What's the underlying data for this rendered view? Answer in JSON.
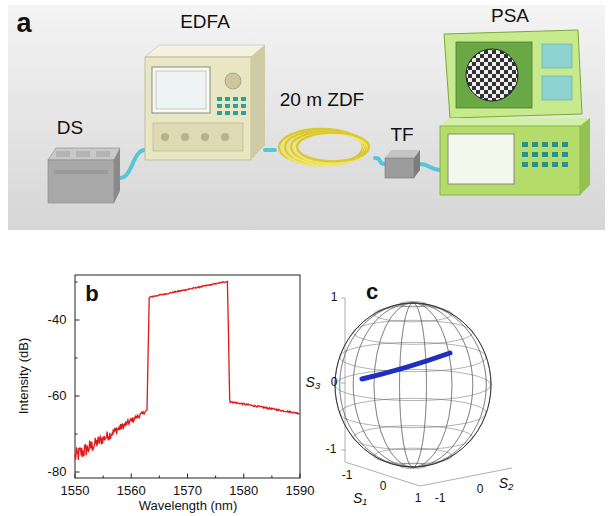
{
  "diagram": {
    "nodes": [
      {
        "text": [
          "DS"
        ]
      },
      {
        "text": [
          "EDFA"
        ]
      },
      {
        "text": [
          "20 m ZDF"
        ]
      },
      {
        "text": [
          "TF"
        ]
      },
      {
        "text": [
          "PSA"
        ]
      }
    ],
    "edges": [
      {
        "from": 0,
        "to": 1,
        "arrow": "none"
      },
      {
        "from": 1,
        "to": 2,
        "arrow": "none"
      },
      {
        "from": 2,
        "to": 3,
        "arrow": "none"
      },
      {
        "from": 3,
        "to": 4,
        "arrow": "none"
      }
    ],
    "labels": [
      "a",
      "b",
      "-40",
      "-60",
      "-80",
      "Intensity (dB)",
      "1550",
      "1560",
      "1570",
      "1580",
      "1590",
      "Wavelength (nm)",
      "c",
      "1",
      "0",
      "-1",
      "S₃",
      "-1",
      "0",
      "1",
      "S₁",
      "0",
      "-1",
      "S₂"
    ]
  }
}
